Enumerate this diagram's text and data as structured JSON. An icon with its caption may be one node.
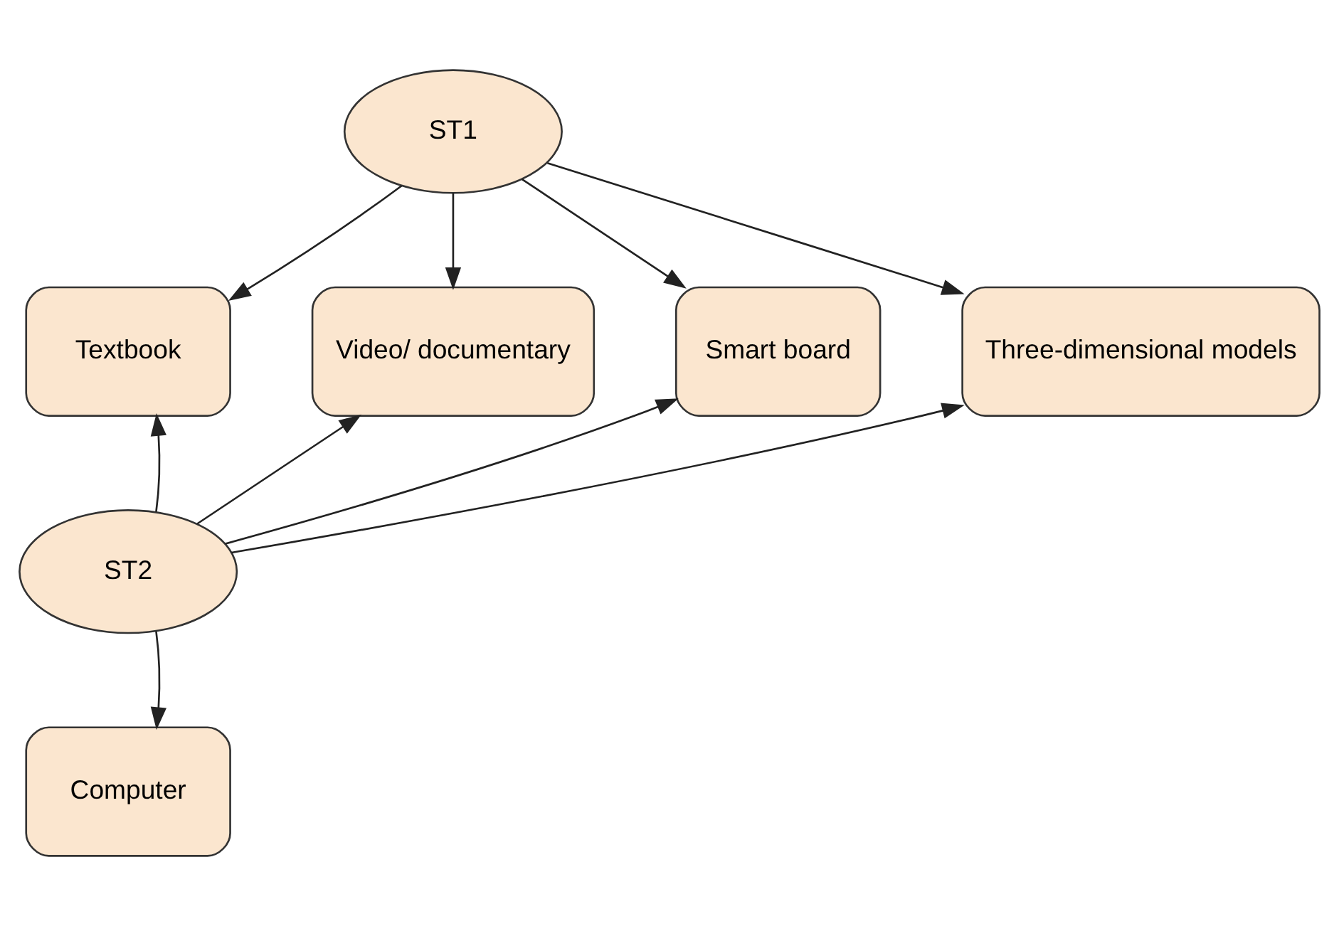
{
  "diagram": {
    "nodes": [
      {
        "text": [
          "ST1"
        ]
      },
      {
        "text": [
          "Textbook"
        ]
      },
      {
        "text": [
          "Video/ documentary"
        ]
      },
      {
        "text": [
          "Smart board"
        ]
      },
      {
        "text": [
          "Three-dimensional models"
        ]
      },
      {
        "text": [
          "ST2"
        ]
      },
      {
        "text": [
          "Computer"
        ]
      }
    ],
    "edges": [
      {
        "from": 0,
        "to": 1,
        "arrow": "to"
      },
      {
        "from": 0,
        "to": 2,
        "arrow": "to"
      },
      {
        "from": 0,
        "to": 3,
        "arrow": "to"
      },
      {
        "from": 0,
        "to": 4,
        "arrow": "to"
      },
      {
        "from": 5,
        "to": 1,
        "arrow": "to"
      },
      {
        "from": 5,
        "to": 2,
        "arrow": "to"
      },
      {
        "from": 5,
        "to": 3,
        "arrow": "to"
      },
      {
        "from": 5,
        "to": 4,
        "arrow": "to"
      },
      {
        "from": 5,
        "to": 6,
        "arrow": "to"
      }
    ]
  }
}
